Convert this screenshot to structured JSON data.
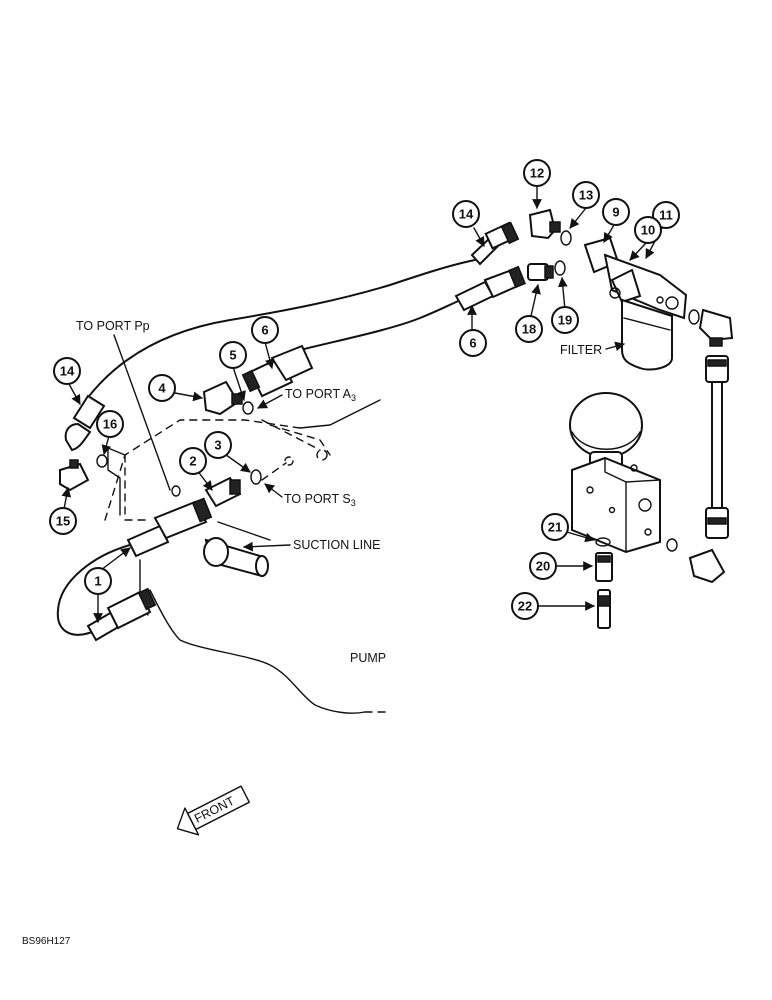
{
  "labels": {
    "to_port_pp": "TO PORT Pp",
    "to_port_a3": "TO PORT A",
    "to_port_a3_sub": "3",
    "to_port_s3": "TO PORT S",
    "to_port_s3_sub": "3",
    "suction_line": "SUCTION LINE",
    "filter": "FILTER",
    "pump": "PUMP",
    "front": "FRONT",
    "figure_code": "BS96H127"
  },
  "callouts": {
    "c1": "1",
    "c2": "2",
    "c3": "3",
    "c4": "4",
    "c5": "5",
    "c6a": "6",
    "c6b": "6",
    "c9": "9",
    "c10": "10",
    "c11": "11",
    "c12": "12",
    "c13": "13",
    "c14a": "14",
    "c14b": "14",
    "c15": "15",
    "c16": "16",
    "c18": "18",
    "c19": "19",
    "c20": "20",
    "c21": "21",
    "c22": "22"
  },
  "colors": {
    "ink": "#111111",
    "paper": "#ffffff"
  }
}
